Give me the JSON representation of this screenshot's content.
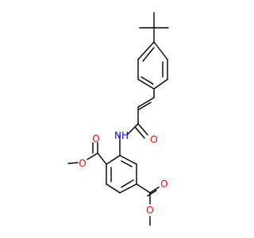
{
  "molecule": {
    "atom_labels": {
      "carbonyl_o_top": "O",
      "ester_o_left": "O",
      "amide_n": "NH",
      "amide_o": "O",
      "ester2_o_carbonyl": "O",
      "ester2_o_ether": "O"
    },
    "colors": {
      "bond": "#000000",
      "oxygen": "#ff0000",
      "nitrogen": "#0000ff"
    }
  }
}
